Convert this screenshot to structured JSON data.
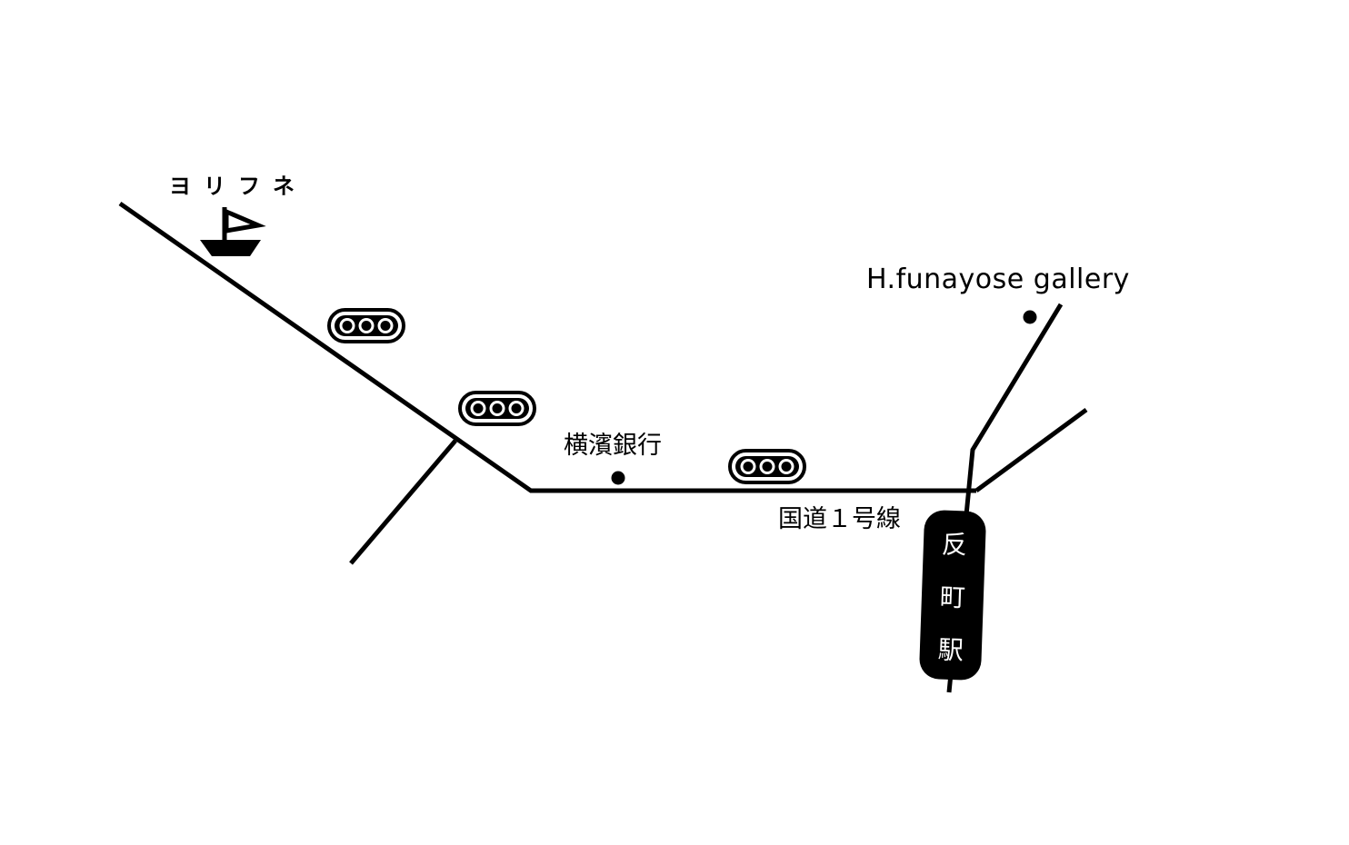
{
  "map": {
    "labels": {
      "yorifune": "ヨリフネ",
      "gallery": "H.funayose gallery",
      "bank": "横濱銀行",
      "route": "国道１号線"
    },
    "station": {
      "chars": [
        "反",
        "町",
        "駅"
      ]
    },
    "icons": {
      "boat": "sailboat-icon",
      "signal": "traffic-light-icon",
      "poi": "location-dot-icon"
    },
    "colors": {
      "ink": "#000000",
      "background": "#ffffff"
    }
  }
}
